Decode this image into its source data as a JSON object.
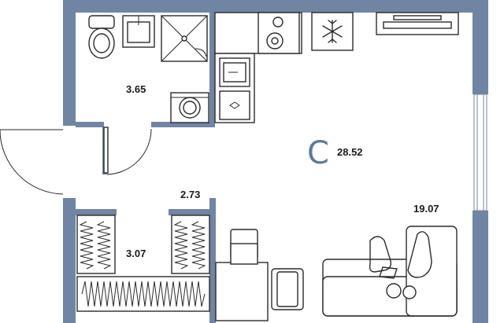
{
  "apartment": {
    "type_letter": "С",
    "total_area": "28.52"
  },
  "rooms": [
    {
      "id": "bathroom",
      "area": "3.65"
    },
    {
      "id": "hall",
      "area": "2.73"
    },
    {
      "id": "wardrobe",
      "area": "3.07"
    },
    {
      "id": "living",
      "area": "19.07"
    }
  ],
  "colors": {
    "wall": "#6f85a3",
    "accent": "#5b7a9a",
    "ink": "#2a2a2a"
  },
  "icons": [
    "toilet-icon",
    "sink-icon",
    "shower-icon",
    "washing-machine-icon",
    "stove-icon",
    "fridge-icon",
    "kitchen-sink-icon",
    "tv-icon",
    "door-icon",
    "wardrobe-icon",
    "desk-icon",
    "chair-icon",
    "armchair-icon",
    "sofa-icon",
    "window-icon"
  ]
}
